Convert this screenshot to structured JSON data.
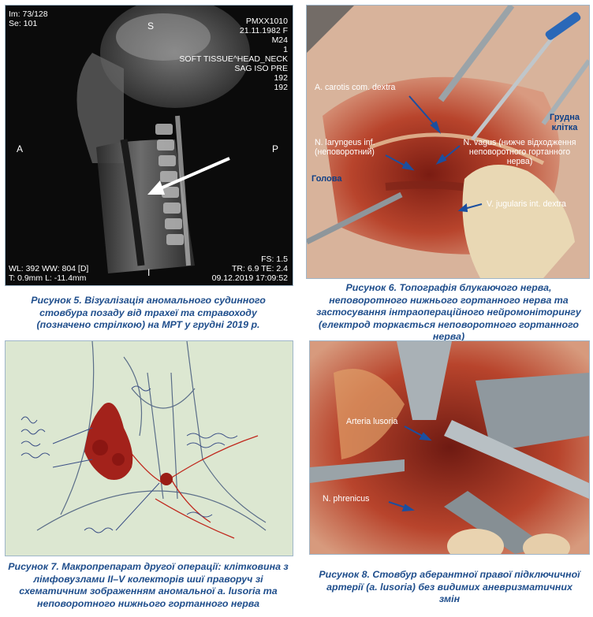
{
  "fig5": {
    "overlay": {
      "im": "Im: 73/128",
      "se": "Se: 101",
      "patient_id": "PMXX1010",
      "dob_sex": "21.11.1982 F",
      "age": "M24",
      "num": "1",
      "protocol": "SOFT TISSUE^HEAD_NECK",
      "sequence": "SAG ISO PRE",
      "matrix1": "192",
      "matrix2": "192",
      "orient_top": "S",
      "orient_left": "A",
      "orient_right": "P",
      "orient_bottom": "I",
      "window": "WL: 392 WW: 804 [D]",
      "thickness": "T: 0.9mm L: -11.4mm",
      "fs": "FS: 1.5",
      "tr_te": "TR: 6.9 TE: 2.4",
      "datetime": "09.12.2019 17:09:52"
    },
    "caption": "Рисунок 5.  Візуалізація аномального судинного стовбура позаду від трахеї та стравоходу (позначено стрілкою) на МРТ у грудні 2019 р."
  },
  "fig6": {
    "labels": {
      "carotis": "A. carotis com. dextra",
      "laryngeus": "N. laryngeus inf. (неповоротний)",
      "vagus": "N. vagus (нижче відходження неповоротного гортанного нерва)",
      "jugularis": "V. jugularis int. dextra",
      "head": "Голова",
      "chest": "Грудна клітка"
    },
    "caption": "Рисунок 6.  Топографія блукаючого нерва, неповоротного нижнього гортанного нерва та застосування інтраопераційного нейромоніторингу (електрод торкається неповоротного гортанного нерва)"
  },
  "fig7": {
    "caption": "Рисунок 7.  Макропрепарат другої операції: клітковина з лімфовузлами II–V колекторів шиї праворуч зі схематичним зображенням аномальної a. lusoria та неповоротного нижнього гортанного нерва"
  },
  "fig8": {
    "labels": {
      "lusoria": "Arteria lusoria",
      "phrenicus": "N. phrenicus"
    },
    "caption": "Рисунок 8.  Стовбур аберантної правої підключичної артерії (a. lusoria) без видимих аневризматичних змін"
  },
  "colors": {
    "caption": "#1f4e8c",
    "label_bold": "#0d3f86",
    "arrow": "#1b4fa0",
    "tissue": "#b8442c",
    "mri_bg": "#0b0b0b"
  }
}
